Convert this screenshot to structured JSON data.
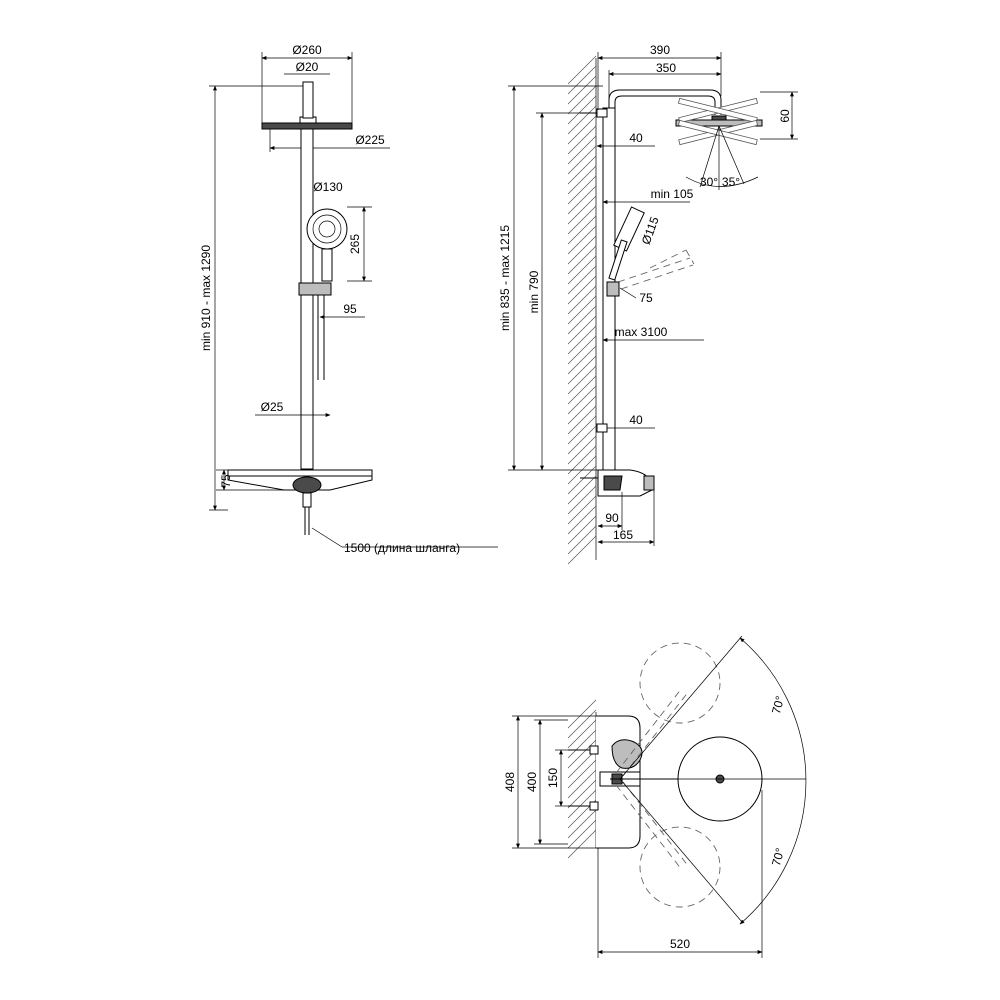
{
  "front_view": {
    "head_diameter": "Ø260",
    "arm_diameter": "Ø20",
    "head_inner_diameter": "Ø225",
    "hand_shower_diameter": "Ø130",
    "hand_shower_height": "265",
    "holder_offset": "95",
    "pipe_diameter": "Ø25",
    "total_height": "min 910 - max 1290",
    "mixer_height": "75",
    "hose_length": "1500 (длина шланга)"
  },
  "side_view": {
    "overall_depth": "390",
    "arm_reach": "350",
    "head_thickness": "60",
    "upper_bracket": "40",
    "spray_angle_left": "30°",
    "spray_angle_right": "35°",
    "min_hand_reach": "min 105",
    "hand_shower_diameter": "Ø115",
    "holder_height": "75",
    "max_reach": "max 3100",
    "lower_bracket": "40",
    "total_height": "min 835 - max 1215",
    "bar_height": "min 790",
    "mixer_depth": "90",
    "shelf_depth": "165"
  },
  "top_view": {
    "shelf_width": "408",
    "mount_width": "400",
    "connection_spacing": "150",
    "rotation_upper": "70°",
    "rotation_lower": "70°",
    "overall_width": "520"
  }
}
